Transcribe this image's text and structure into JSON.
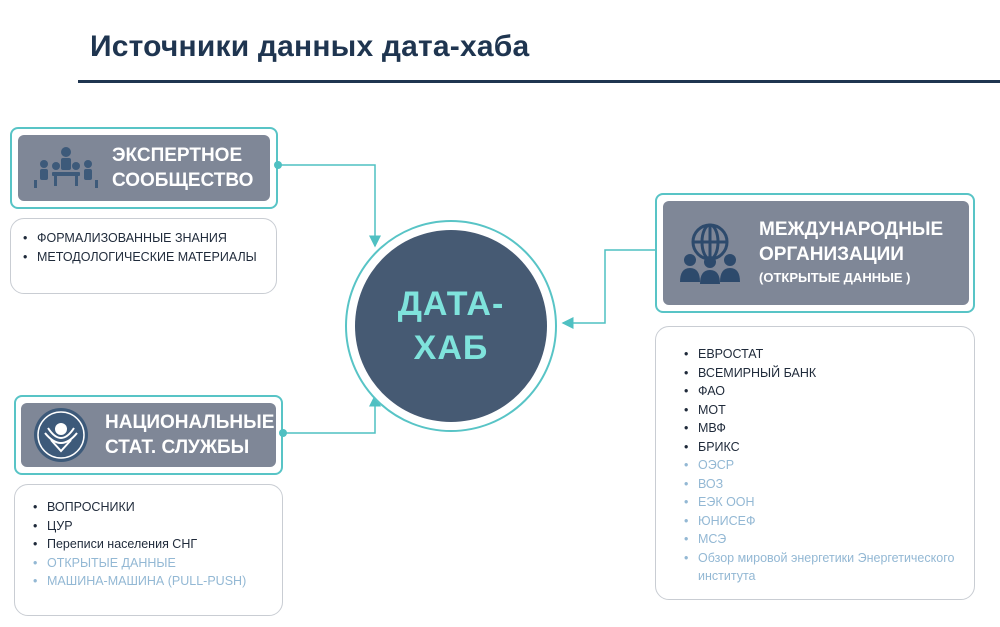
{
  "title": "Источники данных дата-хаба",
  "hub": {
    "line1": "ДАТА-",
    "line2": "ХАБ"
  },
  "expert": {
    "title_line1": "ЭКСПЕРТНОЕ",
    "title_line2": "СООБЩЕСТВО",
    "icon": "people-meeting-icon",
    "items": [
      {
        "text": "ФОРМАЛИЗОВАННЫЕ ЗНАНИЯ",
        "muted": false
      },
      {
        "text": "МЕТОДОЛОГИЧЕСКИЕ МАТЕРИАЛЫ",
        "muted": false
      }
    ]
  },
  "national": {
    "title_line1": "НАЦИОНАЛЬНЫЕ",
    "title_line2": "СТАТ. СЛУЖБЫ",
    "icon": "cis-emblem-icon",
    "items": [
      {
        "text": "ВОПРОСНИКИ",
        "muted": false
      },
      {
        "text": "ЦУР",
        "muted": false
      },
      {
        "text": "Переписи населения СНГ",
        "muted": false
      },
      {
        "text": "ОТКРЫТЫЕ ДАННЫЕ",
        "muted": true
      },
      {
        "text": "МАШИНА-МАШИНА (PULL-PUSH)",
        "muted": true
      }
    ]
  },
  "international": {
    "title_line1": "МЕЖДУНАРОДНЫЕ",
    "title_line2": "ОРГАНИЗАЦИИ",
    "subtitle": "(ОТКРЫТЫЕ ДАННЫЕ )",
    "icon": "globe-people-icon",
    "items": [
      {
        "text": "ЕВРОСТАТ",
        "muted": false
      },
      {
        "text": "ВСЕМИРНЫЙ БАНК",
        "muted": false
      },
      {
        "text": "ФАО",
        "muted": false
      },
      {
        "text": "МОТ",
        "muted": false
      },
      {
        "text": "МВФ",
        "muted": false
      },
      {
        "text": "БРИКС",
        "muted": false
      },
      {
        "text": "ОЭСР",
        "muted": true
      },
      {
        "text": "ВОЗ",
        "muted": true
      },
      {
        "text": "ЕЭК ООН",
        "muted": true
      },
      {
        "text": "ЮНИСЕФ",
        "muted": true
      },
      {
        "text": "МСЭ",
        "muted": true
      },
      {
        "text": "Обзор мировой энергетики Энергетического института",
        "muted": true
      }
    ]
  },
  "colors": {
    "navy": "#1f3550",
    "teal": "#58c4c6",
    "box_gray": "#7f8797",
    "hub": "#465a73",
    "hub_text": "#7fe3dc",
    "muted_text": "#93b8d4"
  }
}
